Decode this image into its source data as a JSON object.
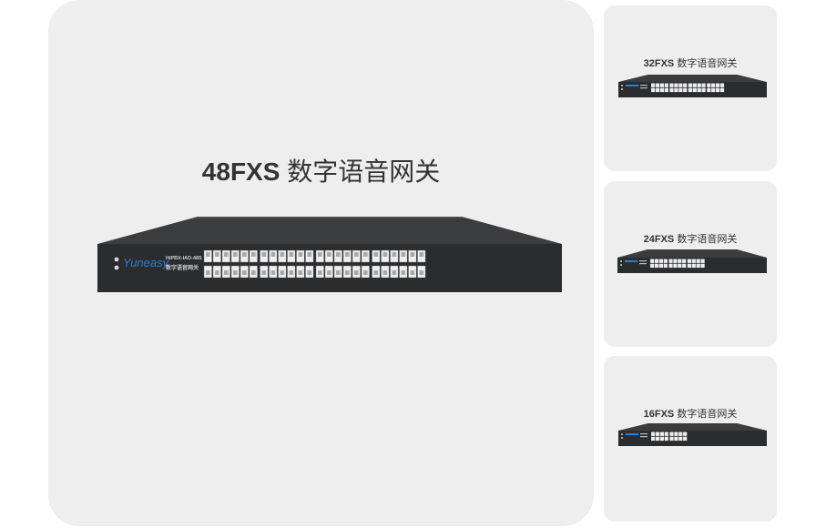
{
  "main": {
    "model": "48FXS",
    "name": "数字语音网关",
    "brand": "Yuneasy",
    "device_model": "HiPBX-IAD-48S",
    "device_label": "数字语音网关",
    "port_count": 48
  },
  "gateways": [
    {
      "model": "32FXS",
      "name": "数字语音网关",
      "port_count": 32
    },
    {
      "model": "24FXS",
      "name": "数字语音网关",
      "port_count": 24
    },
    {
      "model": "16FXS",
      "name": "数字语音网关",
      "port_count": 16
    }
  ],
  "colors": {
    "card_bg": "#eeeeee",
    "device_body": "#2b2c2e",
    "device_top": "#3a3b3d",
    "port_face": "#f2f2f2",
    "brand_blue": "#2a7fd4"
  }
}
